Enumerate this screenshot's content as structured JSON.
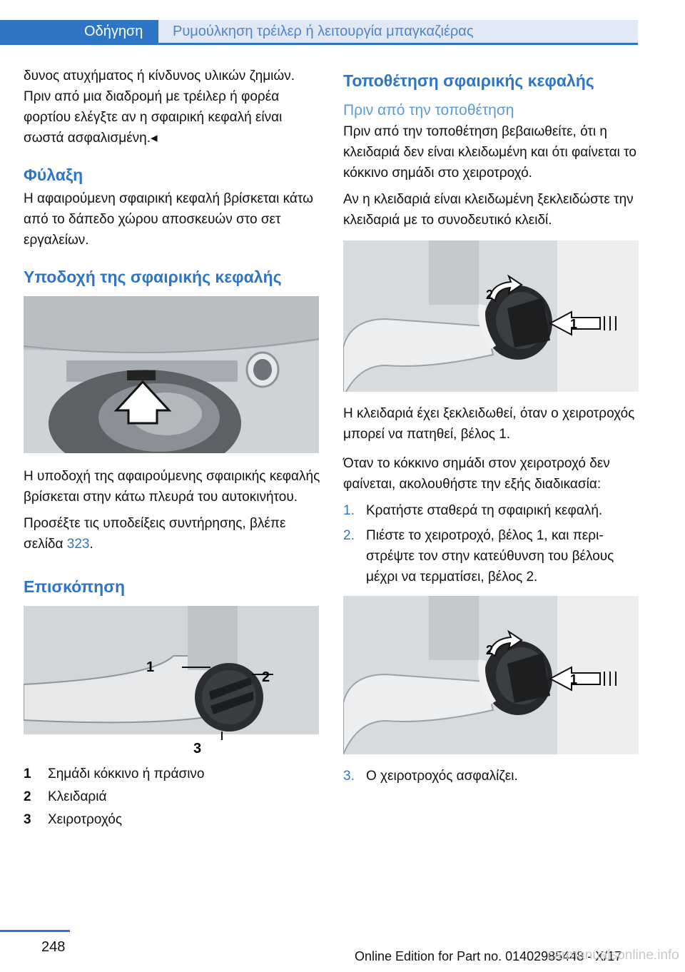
{
  "header": {
    "tab_active": "Οδήγηση",
    "tab_section": "Ρυμούλκηση τρέιλερ ή λειτουργία μπαγκαζιέρας"
  },
  "left": {
    "intro": "δυνος ατυχήματος ή κίνδυνος υλικών ζημιών. Πριν από μια διαδρομή με τρέιλερ ή φορέα φορτίου ελέγξτε αν η σφαιρική κεφαλή είναι σωστά ασφαλισμένη.◂",
    "storage_heading": "Φύλαξη",
    "storage_text": "Η αφαιρούμενη σφαιρική κεφαλή βρίσκεται κάτω από το δάπεδο χώρου αποσκευών στο σετ εργαλείων.",
    "receptacle_heading": "Υποδοχή της σφαιρικής κεφαλής",
    "receptacle_text": "Η υποδοχή της αφαιρούμενης σφαιρικής κε­φαλής βρίσκεται στην κάτω πλευρά του αυτο­κινήτου.",
    "maintenance_prefix": "Προσέξτε τις υποδείξεις συντήρησης, βλέπε σελίδα ",
    "maintenance_link": "323",
    "maintenance_suffix": ".",
    "overview_heading": "Επισκόπηση",
    "figure_callouts": [
      "1",
      "2",
      "3"
    ],
    "legend": [
      {
        "num": "1",
        "text": "Σημάδι κόκκινο ή πράσινο"
      },
      {
        "num": "2",
        "text": "Κλειδαριά"
      },
      {
        "num": "3",
        "text": "Χειροτροχός"
      }
    ]
  },
  "right": {
    "mount_heading": "Τοποθέτηση σφαιρικής κεφαλής",
    "before_heading": "Πριν από την τοποθέτηση",
    "before_text1": "Πριν από την τοποθέτηση βεβαιωθείτε, ότι η κλειδαριά δεν είναι κλειδωμένη και ότι φαίνε­ται το κόκκινο σημάδι στο χειροτροχό.",
    "before_text2": "Αν η κλειδαριά είναι κλειδωμένη ξεκλειδώστε την κλειδαριά με το συνοδευτικό κλειδί.",
    "figure_callouts_a": [
      "2",
      "1"
    ],
    "unlocked_text": "Η κλειδαριά έχει ξεκλειδωθεί, όταν ο χειρο­τροχός μπορεί να πατηθεί, βέλος 1.",
    "procedure_intro": "Όταν το κόκκινο σημάδι στον χειροτροχό δεν φαίνεται, ακολουθήστε την εξής διαδικασία:",
    "steps": [
      {
        "num": "1.",
        "text": "Κρατήστε σταθερά τη σφαιρική κεφαλή."
      },
      {
        "num": "2.",
        "text": "Πιέστε το χειροτροχό, βέλος 1, και περι­στρέψτε τον στην κατεύθυνση του βέλους μέχρι να τερματίσει, βέλος 2."
      }
    ],
    "figure_callouts_b": [
      "2",
      "1"
    ],
    "final_step": {
      "num": "3.",
      "text": "Ο χειροτροχός ασφαλίζει."
    }
  },
  "footer": {
    "page_number": "248",
    "edition": "Online Edition for Part no. 01402985448 - X/17",
    "watermark": "carmanualsonline.info"
  },
  "colors": {
    "accent": "#2f75c5",
    "tab_inactive_bg": "#dfe8f4",
    "subheading": "#5a9bd5"
  }
}
